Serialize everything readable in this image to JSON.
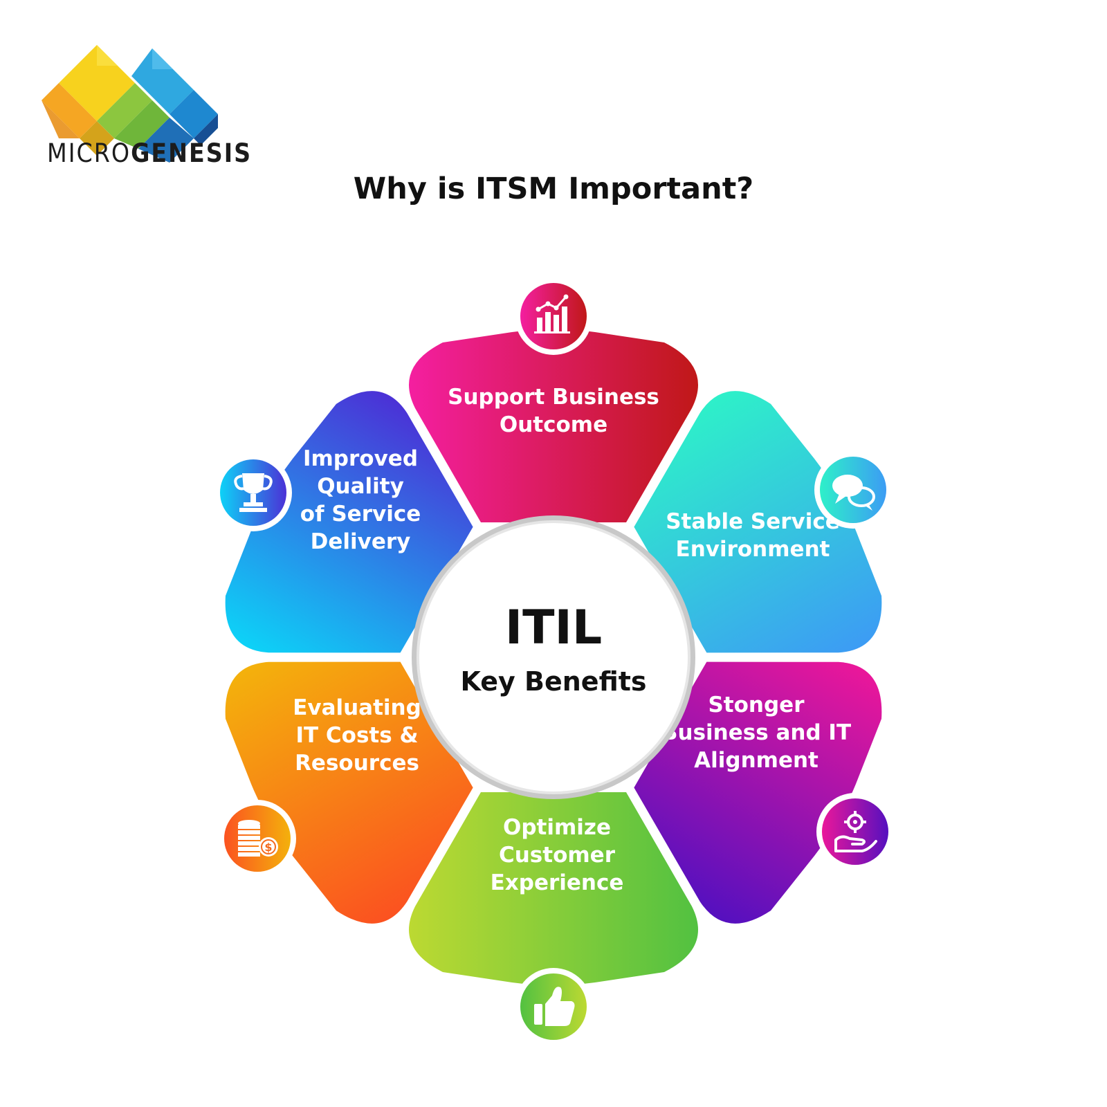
{
  "brand": {
    "name_light": "MICRO",
    "name_bold": "GENESIS",
    "logo_colors": [
      "#f5a623",
      "#f7d21e",
      "#8cc63f",
      "#2fa8e0",
      "#1f6fb7"
    ]
  },
  "title": "Why is ITSM Important?",
  "center": {
    "title": "ITIL",
    "subtitle": "Key Benefits"
  },
  "benefits": [
    {
      "lines": [
        "Support  Business",
        "Outcome"
      ],
      "icon": "bar-chart-growth-icon",
      "color_start": "#f41fa0",
      "color_end": "#c01818"
    },
    {
      "lines": [
        "Stable Service",
        "Environment"
      ],
      "icon": "chat-bubbles-icon",
      "color_start": "#2ef0c9",
      "color_end": "#3c9cf4"
    },
    {
      "lines": [
        "Stonger",
        "Business and IT",
        "Alignment"
      ],
      "icon": "hand-gear-icon",
      "color_start": "#ea179a",
      "color_end": "#5510bf"
    },
    {
      "lines": [
        "Optimize",
        "Customer",
        "Experience"
      ],
      "icon": "thumbs-up-icon",
      "color_start": "#52c141",
      "color_end": "#bcd932"
    },
    {
      "lines": [
        "Evaluating",
        "IT Costs &",
        "Resources"
      ],
      "icon": "coins-dollar-icon",
      "color_start": "#fb5220",
      "color_end": "#f4b10c"
    },
    {
      "lines": [
        "Improved",
        "Quality",
        "of Service",
        "Delivery"
      ],
      "icon": "trophy-icon",
      "color_start": "#0dd2f7",
      "color_end": "#4b31d6"
    }
  ]
}
